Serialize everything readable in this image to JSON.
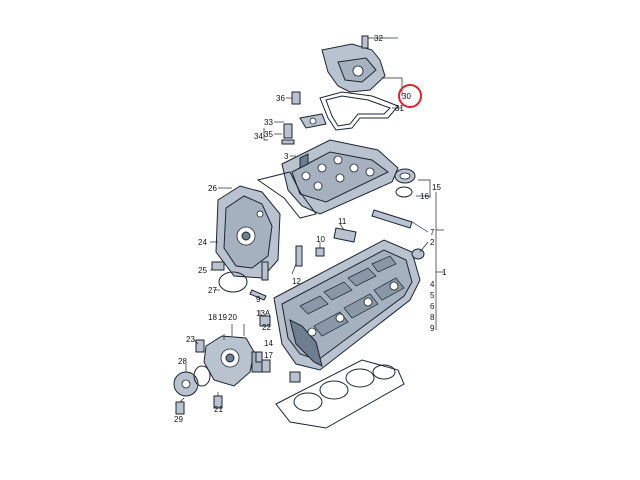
{
  "diagram": {
    "callout_labels": [
      "32",
      "30",
      "31",
      "36",
      "33",
      "35",
      "34",
      "3",
      "15",
      "16",
      "26",
      "11",
      "10",
      "7",
      "2",
      "24",
      "25",
      "12",
      "1",
      "4",
      "5",
      "27",
      "9",
      "13A",
      "6",
      "22",
      "8",
      "9",
      "18",
      "19",
      "20",
      "23",
      "14",
      "17",
      "28",
      "21",
      "29"
    ],
    "highlighted_label": "30",
    "highlight_color": "#e0202a",
    "line_color": "#1d2530",
    "part_fill_color": "#b9c3cf"
  }
}
